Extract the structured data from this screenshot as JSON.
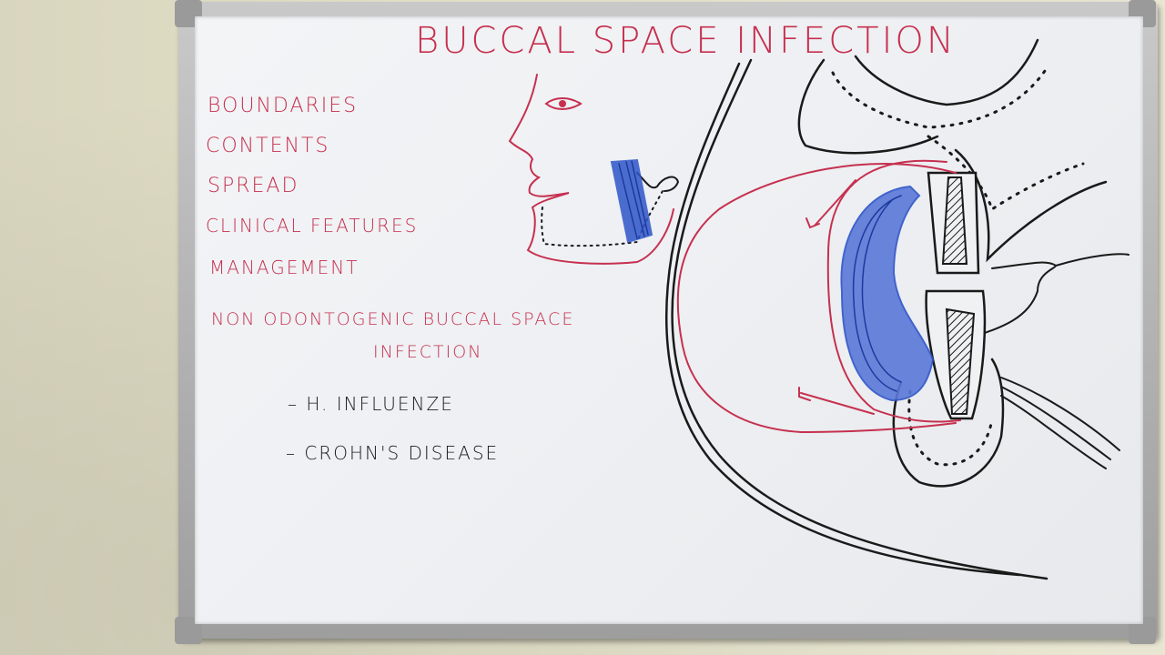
{
  "title": "BUCCAL SPACE INFECTION",
  "topics": [
    "BOUNDARIES",
    "CONTENTS",
    "SPREAD",
    "CLINICAL FEATURES",
    "MANAGEMENT"
  ],
  "non_odontogenic": {
    "line1": "NON ODONTOGENIC BUCCAL SPACE",
    "line2": "INFECTION"
  },
  "causes": [
    "– H. INFLUENZE",
    "– CROHN'S DISEASE"
  ],
  "colors": {
    "red_marker": "#c6304f",
    "blue_marker": "#2f55c9",
    "black_marker": "#1a1a1a"
  }
}
